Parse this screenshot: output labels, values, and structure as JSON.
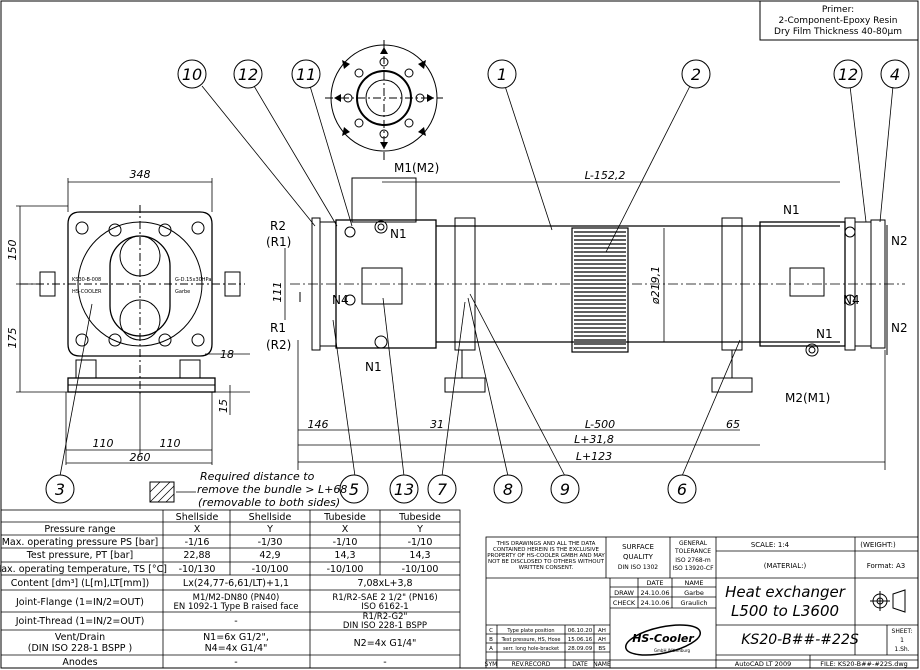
{
  "primer": {
    "line1": "Primer:",
    "line2": "2-Component-Epoxy Resin",
    "line3": "Dry Film Thickness 40-80µm"
  },
  "balloons": [
    "10",
    "12",
    "11",
    "1",
    "2",
    "12",
    "4",
    "3",
    "5",
    "13",
    "7",
    "8",
    "9",
    "6"
  ],
  "nozzles": {
    "m1": "M1(M2)",
    "m2": "M2(M1)",
    "n1": "N1",
    "n2": "N2",
    "n4": "N4",
    "r2": "R2",
    "r1_paren": "(R1)",
    "r1": "R1",
    "r2_paren": "(R2)"
  },
  "dims": {
    "d348": "348",
    "d150": "150",
    "d111": "111",
    "d175": "175",
    "d18": "18",
    "d15": "15",
    "d110a": "110",
    "d110b": "110",
    "d260": "260",
    "l152": "L-152,2",
    "d219": "ø219,1",
    "d146": "146",
    "d31": "31",
    "l500": "L-500",
    "d65": "65",
    "l318": "L+31,8",
    "l123": "L+123"
  },
  "plate": {
    "l1": "KS30-B-008",
    "l2": "HS-COOLER",
    "r1": "G-D.15x30HPa",
    "r2": "Garbe"
  },
  "note": {
    "l1": "Required distance to",
    "l2": "remove the bundle > L+68",
    "l3": "(removable to both sides)"
  },
  "table": {
    "headers": [
      "Shellside",
      "Shellside",
      "Tubeside",
      "Tubeside"
    ],
    "rows": [
      {
        "label": "Pressure range",
        "v": [
          "X",
          "Y",
          "X",
          "Y"
        ]
      },
      {
        "label": "Max. operating pressure PS [bar]",
        "v": [
          "-1/16",
          "-1/30",
          "-1/10",
          "-1/10"
        ]
      },
      {
        "label": "Test pressure, PT [bar]",
        "v": [
          "22,88",
          "42,9",
          "14,3",
          "14,3"
        ]
      },
      {
        "label": "Max. operating temperature, TS [°C]",
        "v": [
          "-10/130",
          "-10/100",
          "-10/100",
          "-10/100"
        ]
      }
    ],
    "content_label": "Content [dm³] (L[m],LT[mm])",
    "content_shell": "Lx(24,77-6,61/LT)+1,1",
    "content_tube": "7,08xL+3,8",
    "flange_label": "Joint-Flange (1=IN/2=OUT)",
    "flange_shell_1": "M1/M2-DN80 (PN40)",
    "flange_shell_2": "EN 1092-1 Type B raised face",
    "flange_tube_1": "R1/R2-SAE 2 1/2\" (PN16)",
    "flange_tube_2": "ISO 6162-1",
    "thread_label": "Joint-Thread (1=IN/2=OUT)",
    "thread_shell": "-",
    "thread_tube_1": "R1/R2-G2\"",
    "thread_tube_2": "DIN ISO 228-1 BSPP",
    "vent_label_1": "Vent/Drain",
    "vent_label_2": "(DIN ISO 228-1 BSPP )",
    "vent_shell_1": "N1=6x G1/2\",",
    "vent_shell_2": "N4=4x G1/4\"",
    "vent_tube": "N2=4x G1/4\"",
    "anodes_label": "Anodes",
    "anodes_shell": "-",
    "anodes_tube": "-"
  },
  "titleblock": {
    "notice": [
      "THIS DRAWINGS AND ALL THE DATA",
      "CONTAINED HEREIN IS THE EXCLUSIVE",
      "PROPERTY OF HS-COOLER GMBH AND MAY",
      "NOT BE DISCLOSED TO OTHERS WITHOUT",
      "WRITTEN CONSENT."
    ],
    "surface": [
      "SURFACE",
      "QUALITY",
      "DIN ISO 1302"
    ],
    "tolerance": [
      "GENERAL",
      "TOLERANCE",
      "ISO 2768-m",
      "ISO 13920-CF"
    ],
    "scale": "SCALE: 1:4",
    "weight": "(WEIGHT:)",
    "material": "(MATERIAL:)",
    "format": "Format: A3",
    "date_hdr": "DATE",
    "name_hdr": "NAME",
    "draw": "DRAW",
    "draw_date": "24.10.06",
    "draw_name": "Garbe",
    "check": "CHECK",
    "check_date": "24.10.06",
    "check_name": "Graulich",
    "title1": "Heat exchanger",
    "title2": "L500 to L3600",
    "revs": [
      {
        "sym": "C",
        "text": "Type plate position",
        "date": "06.10.20",
        "name": "AH"
      },
      {
        "sym": "B",
        "text": "Test pressure, HS, Hose",
        "date": "15.06.16",
        "name": "AH"
      },
      {
        "sym": "A",
        "text": "serr. long hole-bracket",
        "date": "28.09.09",
        "name": "BS"
      }
    ],
    "sym": "SYM",
    "revrec": "REV.RECORD",
    "date": "DATE",
    "name": "NAME",
    "logo": "HS-Cooler",
    "logo_sub": "GmbH Wittenburg",
    "drawing_no": "KS20-B##-#22S",
    "sheet_lbl": "SHEET:",
    "sheet_val": "1",
    "sheets": "1.Sh.",
    "cad": "AutoCAD LT 2009",
    "file": "FILE: KS20-B##-#22S.dwg"
  }
}
